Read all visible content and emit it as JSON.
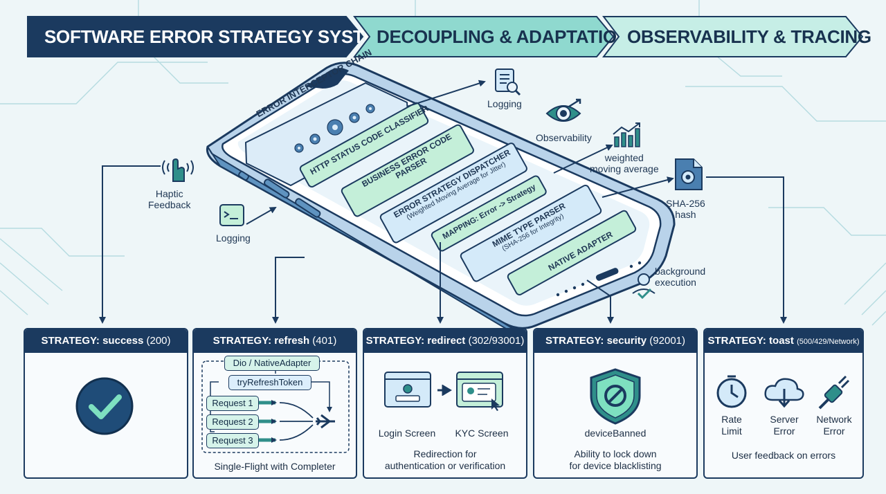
{
  "header": {
    "title": "SOFTWARE ERROR STRATEGY SYSTEM",
    "step2": "DECOUPLING & ADAPTATION",
    "step3": "OBSERVABILITY & TRACING"
  },
  "phone": {
    "chain_title": "ERROR INTERCEPTOR CHAIN",
    "cards": [
      {
        "title": "HTTP STATUS CODE CLASSIFIER"
      },
      {
        "line1": "BUSINESS ERROR CODE",
        "line2": "PARSER"
      },
      {
        "line1": "ERROR STRATEGY DISPATCHER",
        "sub": "(Weighted Moving Average for Jitter)"
      },
      {
        "title": "MAPPING: Error -> Strategy"
      },
      {
        "line1": "MIME TYPE PARSER",
        "sub": "(SHA-256 for Integrity)"
      },
      {
        "title": "NATIVE ADAPTER"
      }
    ]
  },
  "labels": {
    "logging_top": "Logging",
    "observability": "Observability",
    "wma_line1": "weighted",
    "wma_line2": "moving average",
    "haptic_line1": "Haptic",
    "haptic_line2": "Feedback",
    "logging_left": "Logging",
    "sha_line1": "SHA-256",
    "sha_line2": "hash",
    "bg_line1": "background",
    "bg_line2": "execution"
  },
  "strategies": {
    "success": {
      "title": "STRATEGY: success",
      "code": "(200)"
    },
    "refresh": {
      "title": "STRATEGY: refresh",
      "code": "(401)",
      "adapter": "Dio / NativeAdapter",
      "token": "tryRefreshToken",
      "requests": [
        "Request 1",
        "Request 2",
        "Request 3"
      ],
      "caption": "Single-Flight with Completer"
    },
    "redirect": {
      "title": "STRATEGY: redirect",
      "code": "(302/93001)",
      "login": "Login Screen",
      "kyc": "KYC Screen",
      "caption1": "Redirection for",
      "caption2": "authentication or verification"
    },
    "security": {
      "title": "STRATEGY: security",
      "code": "(92001)",
      "label": "deviceBanned",
      "caption1": "Ability to lock down",
      "caption2": "for device blacklisting"
    },
    "toast": {
      "title": "STRATEGY: toast",
      "code": "(500/429/Network)",
      "rate1": "Rate",
      "rate2": "Limit",
      "server1": "Server",
      "server2": "Error",
      "network1": "Network",
      "network2": "Error",
      "caption": "User feedback on errors"
    }
  },
  "colors": {
    "navy": "#1b3a5f",
    "teal_header": "#8fd9cf",
    "card_green": "#c4efd9",
    "card_blue": "#d4eaf9",
    "accent_teal": "#2f8f8a"
  }
}
